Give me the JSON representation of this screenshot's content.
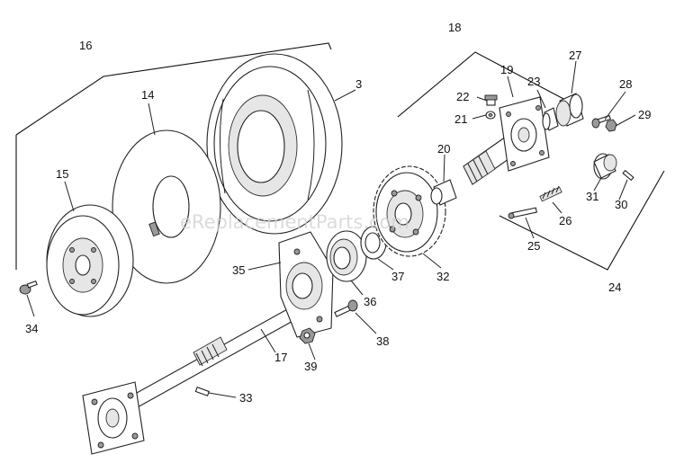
{
  "diagram": {
    "watermark": "eReplacementParts.com",
    "callouts": {
      "c3": "3",
      "c14": "14",
      "c15": "15",
      "c16": "16",
      "c17": "17",
      "c18": "18",
      "c19": "19",
      "c20": "20",
      "c21": "21",
      "c22": "22",
      "c23": "23",
      "c24": "24",
      "c25": "25",
      "c26": "26",
      "c27": "27",
      "c28": "28",
      "c29": "29",
      "c30": "30",
      "c31": "31",
      "c32": "32",
      "c33": "33",
      "c34": "34",
      "c35": "35",
      "c36": "36",
      "c37": "37",
      "c38": "38",
      "c39": "39"
    }
  }
}
